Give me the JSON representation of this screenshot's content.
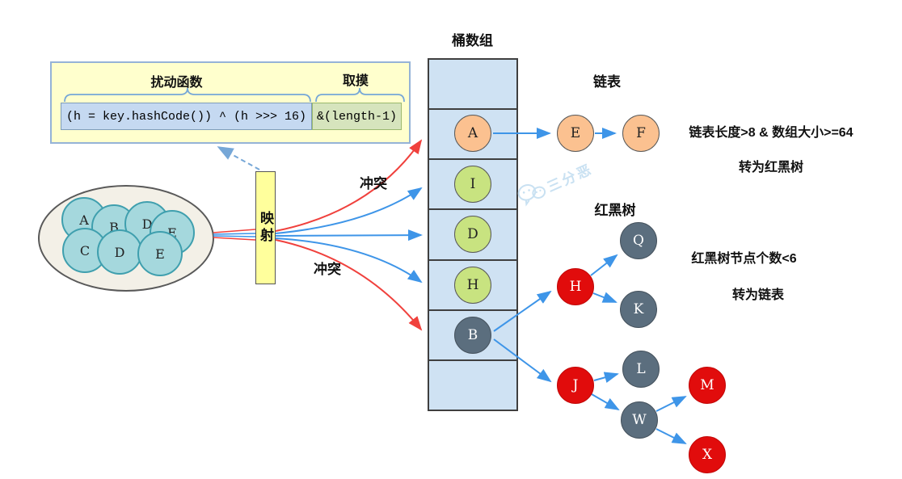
{
  "formula": {
    "perturb_label": "扰动函数",
    "mod_label": "取摸",
    "perturb_code": "(h = key.hashCode()) ^ (h >>> 16)",
    "mod_code": "&(length-1)"
  },
  "source_set": {
    "items": [
      "A",
      "B",
      "D",
      "E",
      "C",
      "D",
      "E"
    ]
  },
  "mapping_label": "映射",
  "collision_labels": [
    "冲突",
    "冲突"
  ],
  "bucket_array": {
    "title": "桶数组",
    "cells": [
      {
        "label": "",
        "type": "empty"
      },
      {
        "label": "A",
        "type": "orange"
      },
      {
        "label": "I",
        "type": "green"
      },
      {
        "label": "D",
        "type": "green"
      },
      {
        "label": "H",
        "type": "green"
      },
      {
        "label": "B",
        "type": "slate"
      },
      {
        "label": "",
        "type": "empty"
      }
    ]
  },
  "linked_list": {
    "title": "链表",
    "nodes": [
      "E",
      "F"
    ]
  },
  "rbtree": {
    "title": "红黑树",
    "nodes": [
      {
        "label": "H",
        "color": "red"
      },
      {
        "label": "Q",
        "color": "gray"
      },
      {
        "label": "K",
        "color": "gray"
      },
      {
        "label": "J",
        "color": "red"
      },
      {
        "label": "L",
        "color": "gray"
      },
      {
        "label": "W",
        "color": "gray"
      },
      {
        "label": "M",
        "color": "red"
      },
      {
        "label": "X",
        "color": "red"
      }
    ]
  },
  "annotations": {
    "treeify_line1": "链表长度>8 & 数组大小>=64",
    "treeify_line2": "转为红黑树",
    "untreeify_line1": "红黑树节点个数<6",
    "untreeify_line2": "转为链表"
  },
  "watermark": "三分恶",
  "colors": {
    "bucket_fill": "#cfe2f3",
    "formula_panel": "#ffffcd",
    "perturb_box": "#c5d9f1",
    "mod_box": "#d6e4bd",
    "map_box": "#ffff9c",
    "teal_node": "#a5d8dd",
    "orange_node": "#fbc190",
    "green_node": "#c8e380",
    "slate_node": "#5b6e7e",
    "red_node": "#e10c0c",
    "blue_arrow": "#3e95e8",
    "red_arrow": "#f0413d",
    "brace": "#76a7d7"
  }
}
